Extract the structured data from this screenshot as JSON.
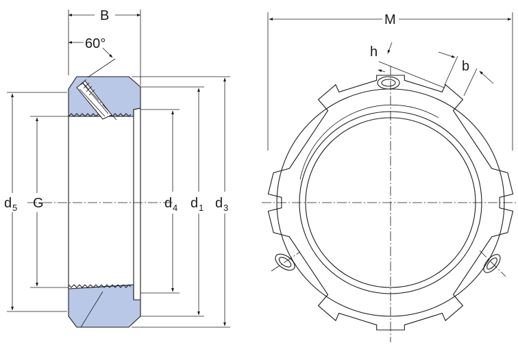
{
  "labels": {
    "B": "B",
    "angle": "60°",
    "d5": "d",
    "d5_sub": "5",
    "G": "G",
    "d4": "d",
    "d4_sub": "4",
    "d1": "d",
    "d1_sub": "1",
    "d3": "d",
    "d3_sub": "3",
    "M": "M",
    "h": "h",
    "b": "b"
  },
  "colors": {
    "section_fill": "#b9c8e6",
    "line": "#1a1a1a"
  }
}
